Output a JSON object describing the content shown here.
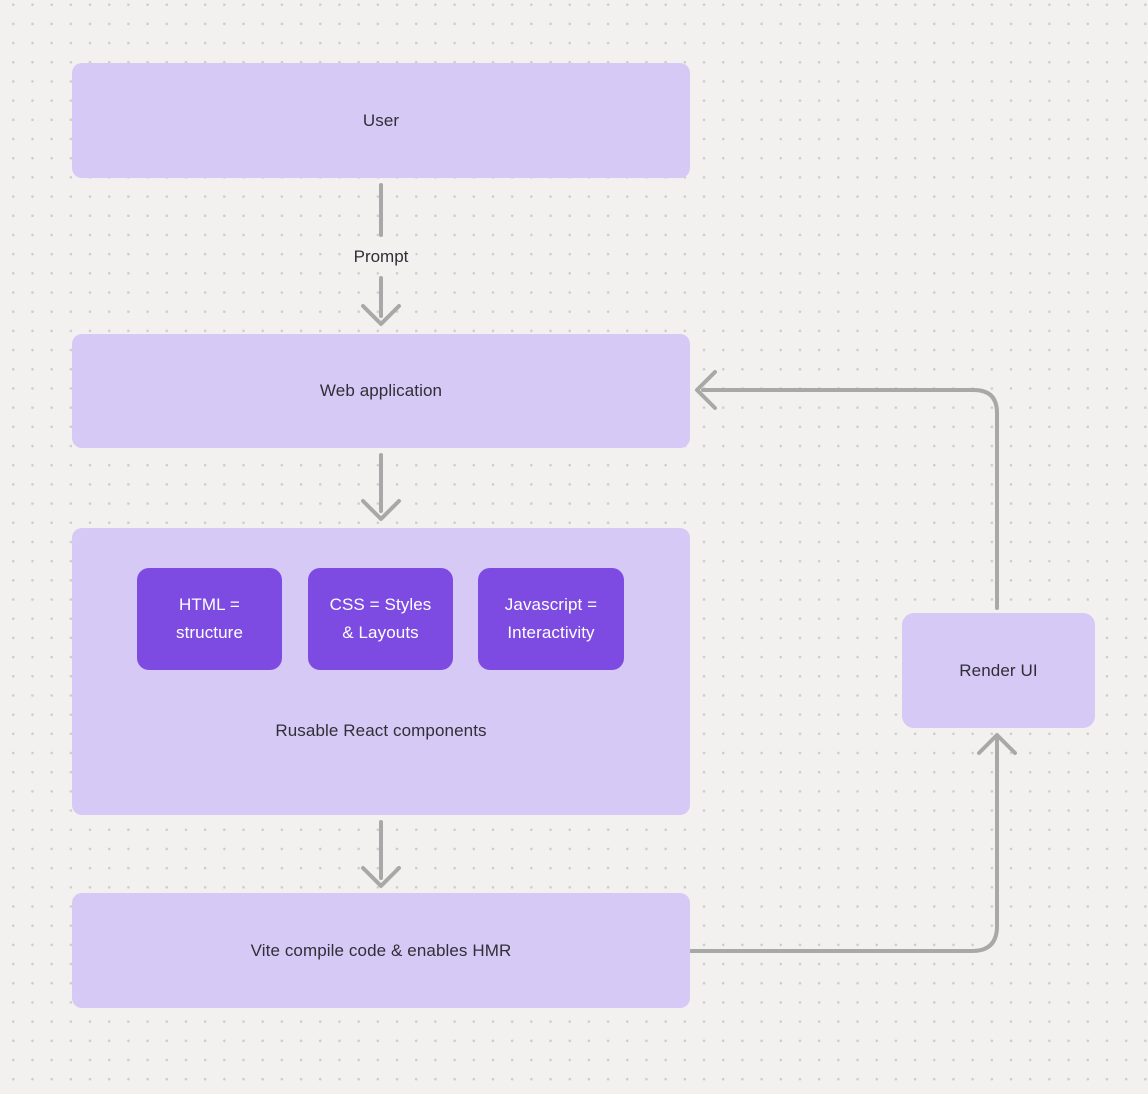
{
  "canvas": {
    "background": "#f2f1ef",
    "dot_color": "#cfcdca"
  },
  "colors": {
    "node_fill": "#d7c9f5",
    "chip_fill": "#7d4be2",
    "arrow": "#a8a8a8",
    "text_dark": "#302e36",
    "text_light": "#ffffff"
  },
  "nodes": {
    "user": {
      "label": "User"
    },
    "web_application": {
      "label": "Web application"
    },
    "components": {
      "caption": "Rusable React components",
      "chips": [
        {
          "line1": "HTML =",
          "line2": "structure"
        },
        {
          "line1": "CSS = Styles",
          "line2": "& Layouts"
        },
        {
          "line1": "Javascript =",
          "line2": "Interactivity"
        }
      ]
    },
    "vite": {
      "label": "Vite compile code & enables HMR"
    },
    "render_ui": {
      "label": "Render UI"
    }
  },
  "edges": {
    "user_to_webapp": {
      "label": "Prompt"
    }
  }
}
